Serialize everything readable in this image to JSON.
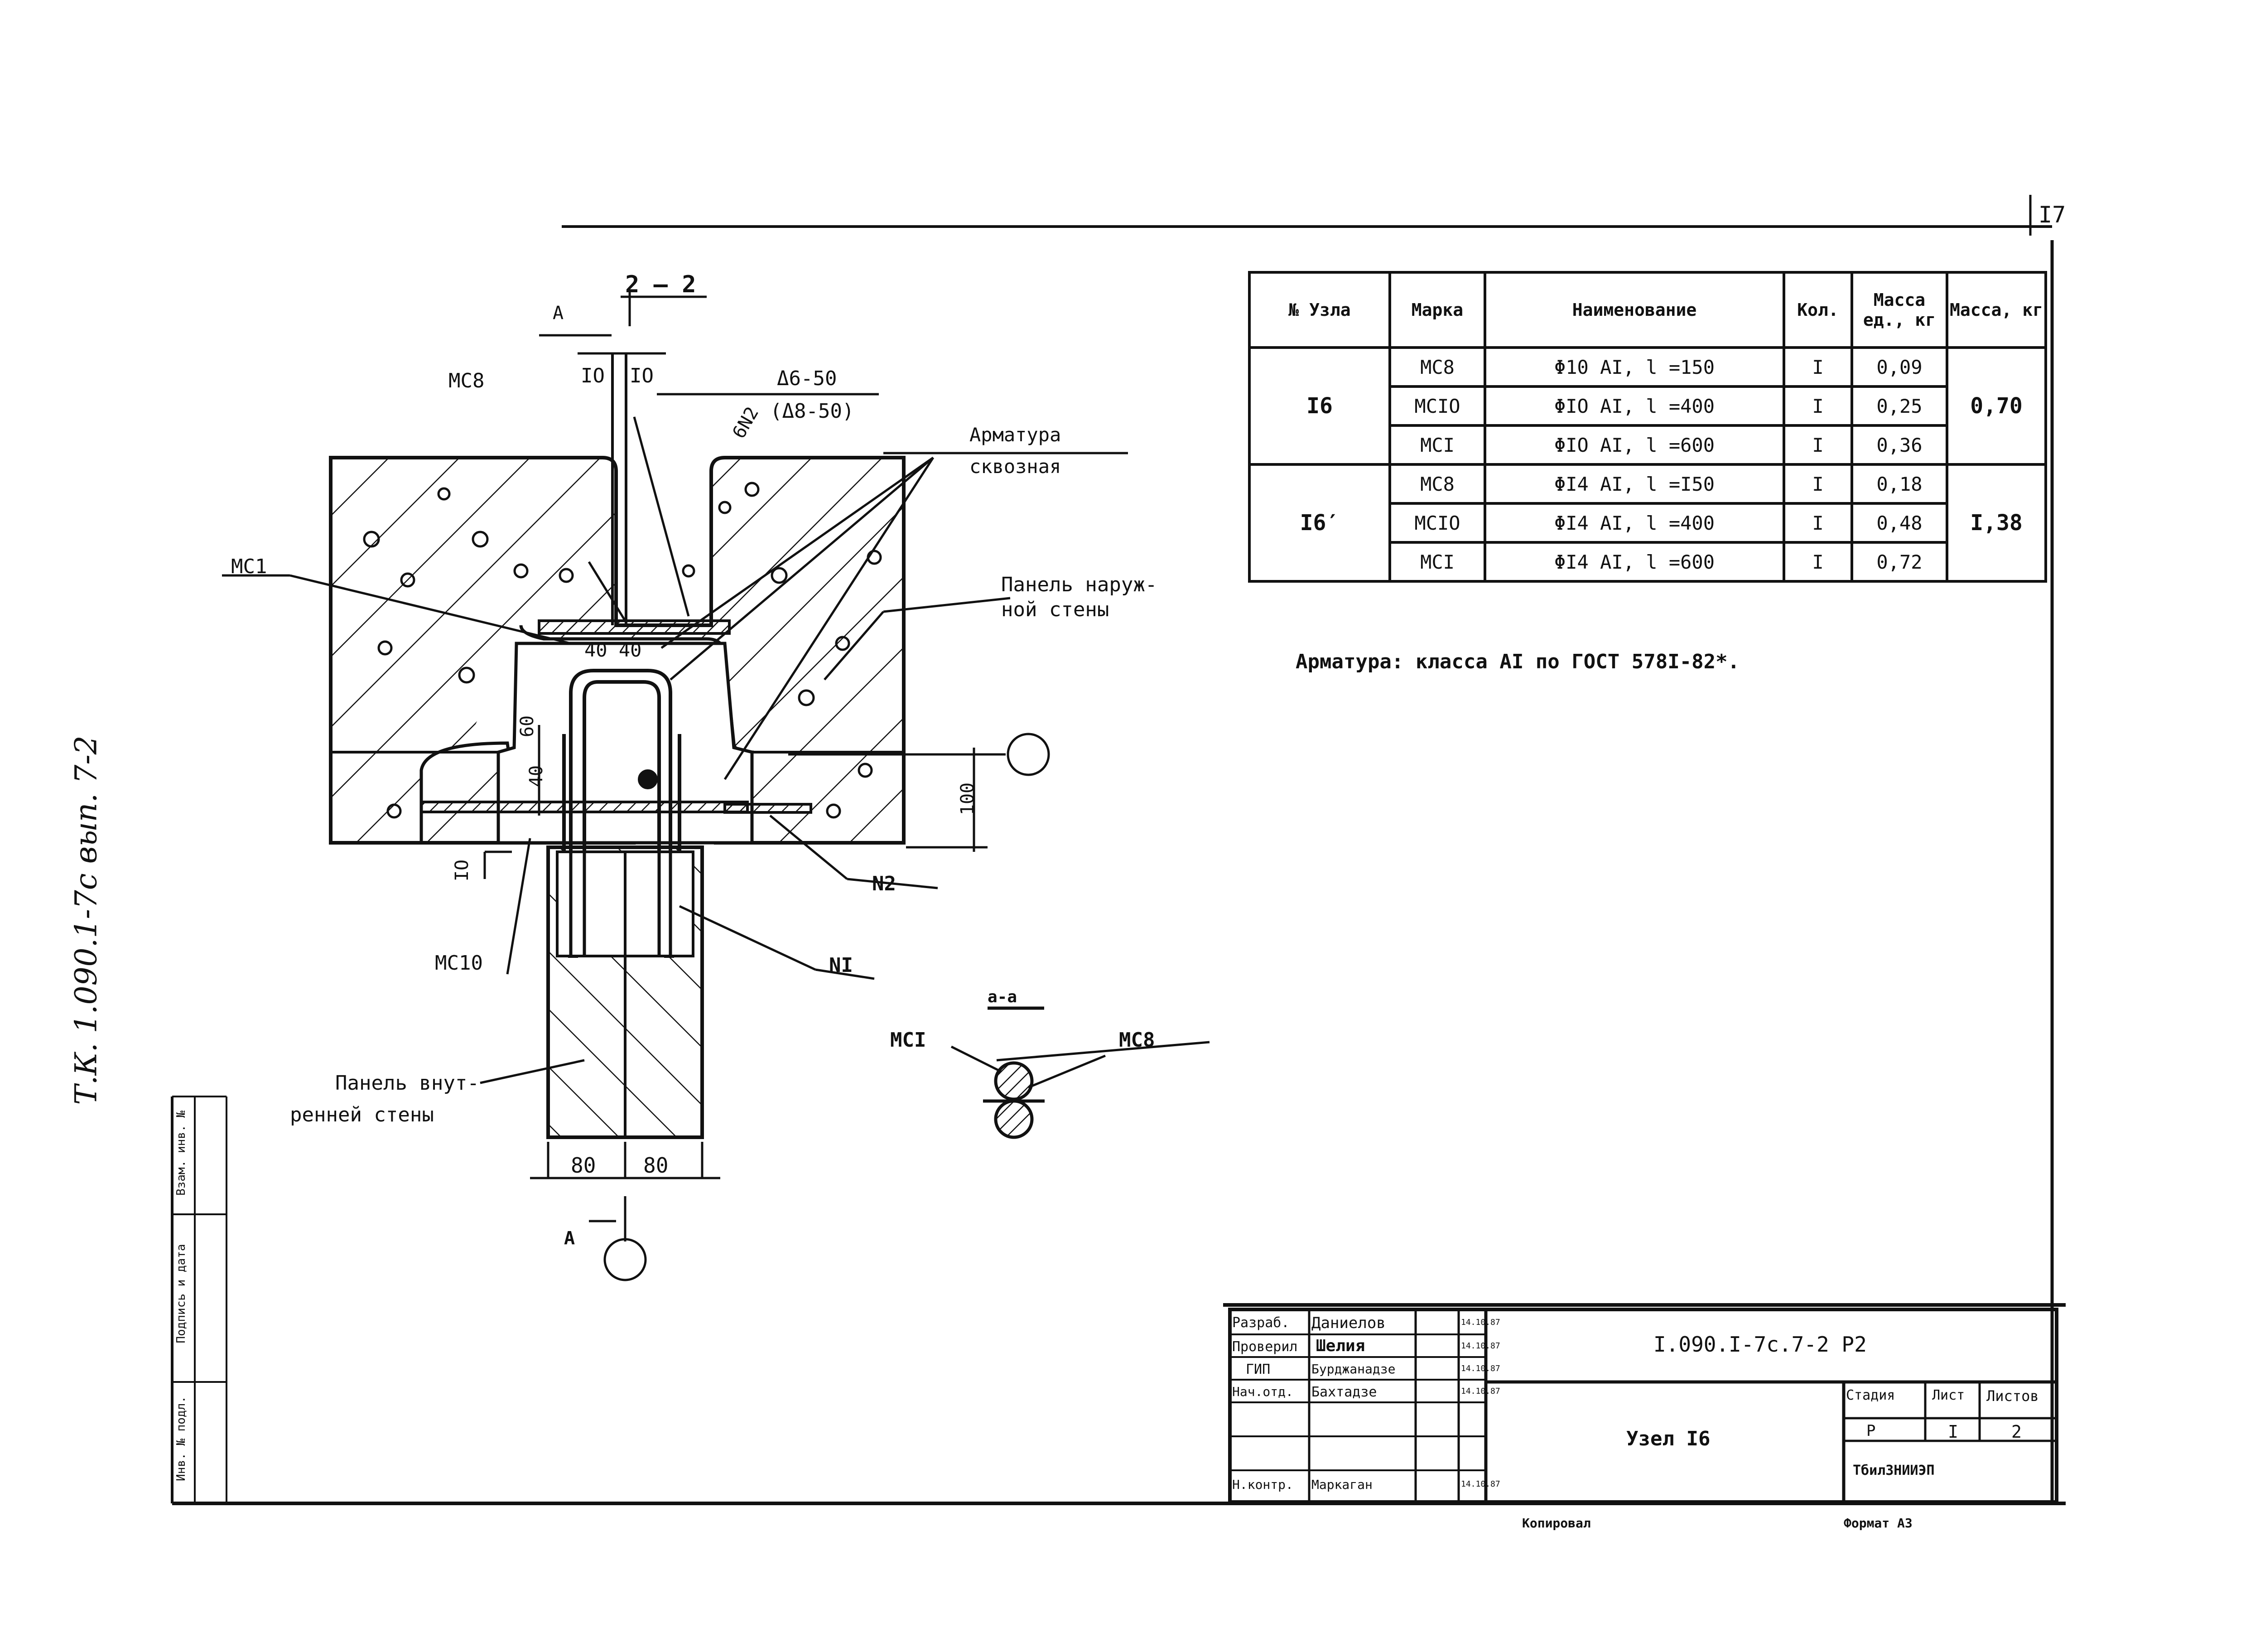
{
  "page_number": "I7",
  "vertical_stamp": "Т.К. 1.090.1-7с вып. 7-2",
  "section_label": "2 – 2",
  "section_arrow_label": "А",
  "dims_top": [
    "IO",
    "IO"
  ],
  "dim_note": "Δ6-50",
  "dim_note_alt": "(Δ8-50)",
  "dim_40_40": "40 40",
  "dim_60": "60",
  "dim_40": "40",
  "dim_100": "100",
  "dim_10": "IO",
  "dim_80_left": "80",
  "dim_80_right": "80",
  "callouts": {
    "mc8": "МС8",
    "mc1": "МС1",
    "n2_top": "6N2",
    "armatura": "Арматура",
    "armatura2": "сквозная",
    "outer_panel1": "Панель наруж-",
    "outer_panel2": "ной стены",
    "n2": "N2",
    "mc10": "МС10",
    "n1": "NI",
    "inner_panel1": "Панель внут-",
    "inner_panel2": "ренней стены",
    "section_a": "А"
  },
  "detail": {
    "title": "а-а",
    "mc1": "МСI",
    "mc8": "МС8"
  },
  "spec": {
    "headers": [
      "№ Узла",
      "Марка",
      "Наименование",
      "Кол.",
      "Масса ед., кг",
      "Масса, кг"
    ],
    "rows": [
      {
        "node": "I6",
        "mark": "МС8",
        "name": "Φ10 АI, l =150",
        "qty": "I",
        "unit_mass": "0,09",
        "mass": "0,70"
      },
      {
        "node": "",
        "mark": "МСIO",
        "name": "ΦIO АI, l =400",
        "qty": "I",
        "unit_mass": "0,25",
        "mass": ""
      },
      {
        "node": "",
        "mark": "МСI",
        "name": "ΦIO АI, l =600",
        "qty": "I",
        "unit_mass": "0,36",
        "mass": ""
      },
      {
        "node": "I6′",
        "mark": "МС8",
        "name": "ΦI4 АI, l =I50",
        "qty": "I",
        "unit_mass": "0,18",
        "mass": "I,38"
      },
      {
        "node": "",
        "mark": "МСIO",
        "name": "ΦI4 АI, l =400",
        "qty": "I",
        "unit_mass": "0,48",
        "mass": ""
      },
      {
        "node": "",
        "mark": "МСI",
        "name": "ΦI4 АI, l =600",
        "qty": "I",
        "unit_mass": "0,72",
        "mass": ""
      }
    ]
  },
  "note": "Арматура: класса АI по ГОСТ 578I-82*.",
  "title_block": {
    "code": "I.090.I-7с.7-2 Р2",
    "title": "Узел I6",
    "org": "ТбилЗНИИЭП",
    "stage_head": "Стадия",
    "sheet_head": "Лист",
    "sheets_head": "Листов",
    "stage": "Р",
    "sheet": "I",
    "sheets": "2",
    "roles": [
      {
        "role": "Разраб.",
        "name": "Даниелов",
        "date": "14.10.87"
      },
      {
        "role": "Проверил",
        "name": "Шелия",
        "date": "14.10.87"
      },
      {
        "role": "ГИП",
        "name": "Бурджанадзе",
        "date": "14.10.87"
      },
      {
        "role": "Нач.отд.",
        "name": "Бахтадзе",
        "date": "14.10.87"
      },
      {
        "role": "",
        "name": "",
        "date": ""
      },
      {
        "role": "",
        "name": "",
        "date": ""
      },
      {
        "role": "Н.контр.",
        "name": "Маркаган",
        "date": "14.10.87"
      }
    ]
  },
  "footer": {
    "copied": "Копировал",
    "format": "Формат А3"
  },
  "left_margin": {
    "inv_podl": "Инв. № подл.",
    "podp": "Подпись и дата",
    "vzam": "Взам. инв. №"
  }
}
